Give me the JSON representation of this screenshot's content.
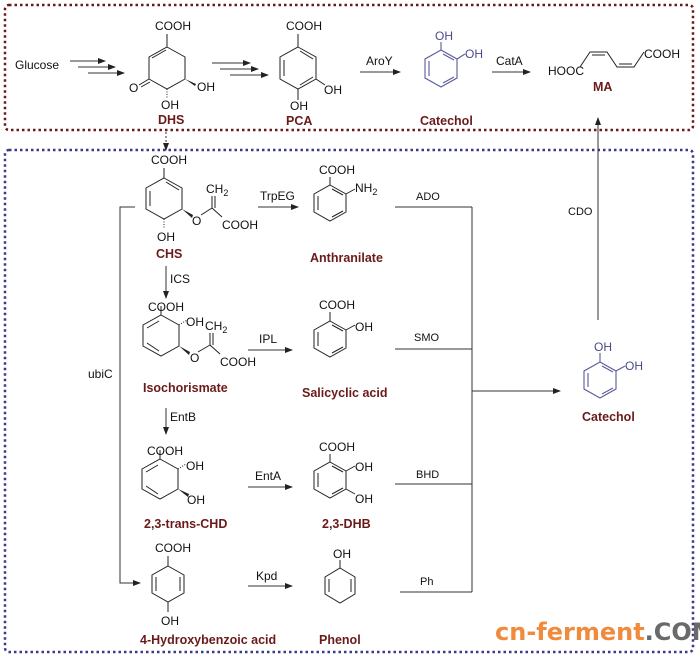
{
  "colors": {
    "top_box_border": "#6b1a1a",
    "bottom_box_border": "#3a3a8a",
    "compound_label": "#6b1a1a",
    "catechol_structure": "#4a4a8a",
    "watermark_primary": "#f08a3c",
    "watermark_secondary": "#6a6a6a"
  },
  "top_pathway": {
    "start": "Glucose",
    "compounds": {
      "dhs": {
        "label": "DHS",
        "groups": [
          "COOH",
          "O",
          "OH",
          "OH"
        ]
      },
      "pca": {
        "label": "PCA",
        "groups": [
          "COOH",
          "OH",
          "OH"
        ]
      },
      "catechol": {
        "label": "Catechol",
        "groups": [
          "OH",
          "OH"
        ]
      },
      "ma": {
        "label": "MA",
        "groups": [
          "HOOC",
          "COOH"
        ]
      }
    },
    "enzymes": {
      "aroy": "AroY",
      "cata": "CatA"
    }
  },
  "bottom_pathway": {
    "compounds": {
      "chs": {
        "label": "CHS",
        "groups": [
          "COOH",
          "CH2",
          "O",
          "COOH",
          "OH"
        ]
      },
      "anthranilate": {
        "label": "Anthranilate",
        "groups": [
          "COOH",
          "NH2"
        ]
      },
      "isochorismate": {
        "label": "Isochorismate",
        "groups": [
          "COOH",
          "OH",
          "CH2",
          "O",
          "COOH"
        ]
      },
      "salicylic": {
        "label": "Salicyclic acid",
        "groups": [
          "COOH",
          "OH"
        ]
      },
      "chd": {
        "label": "2,3-trans-CHD",
        "groups": [
          "COOH",
          "OH",
          "OH"
        ]
      },
      "dhb": {
        "label": "2,3-DHB",
        "groups": [
          "COOH",
          "OH",
          "OH"
        ]
      },
      "hba": {
        "label": "4-Hydroxybenzoic acid",
        "groups": [
          "COOH",
          "OH"
        ]
      },
      "phenol": {
        "label": "Phenol",
        "groups": [
          "OH"
        ]
      },
      "catechol": {
        "label": "Catechol",
        "groups": [
          "OH",
          "OH"
        ]
      }
    },
    "enzymes": {
      "trpeg": "TrpEG",
      "ics": "ICS",
      "ipl": "IPL",
      "entb": "EntB",
      "enta": "EntA",
      "ubic": "ubiC",
      "kpd": "Kpd",
      "ado": "ADO",
      "smo": "SMO",
      "bhd": "BHD",
      "ph": "Ph",
      "cdo": "CDO"
    }
  },
  "watermark": {
    "primary": "cn-ferment",
    "secondary": ".COM"
  }
}
